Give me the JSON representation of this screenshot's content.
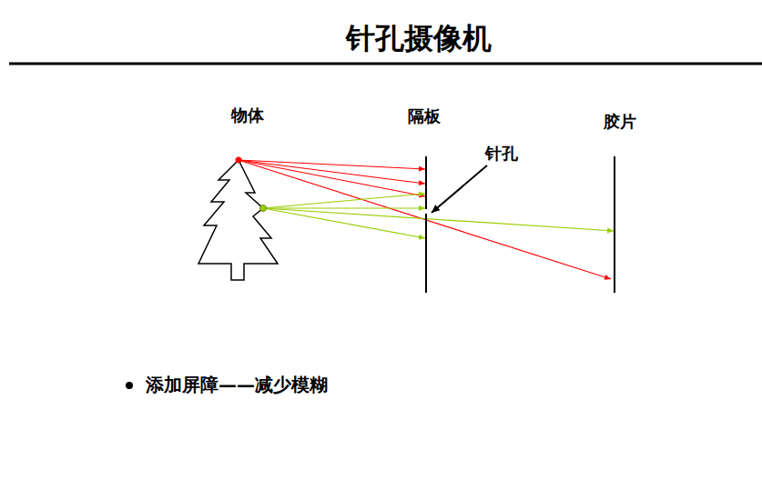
{
  "diagram": {
    "title": "针孔摄像机",
    "labels": [
      "物体",
      "隔板",
      "针孔",
      "胶片",
      "添加屏障——减少模糊"
    ]
  }
}
